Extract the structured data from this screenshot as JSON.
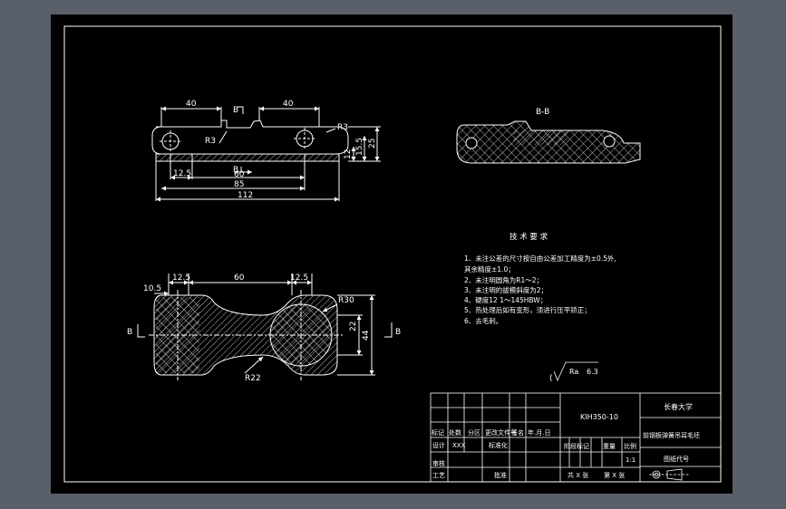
{
  "views": {
    "side": {
      "dim_left": "40",
      "dim_right": "40",
      "section_mark_top": "B",
      "section_mark_bottom": "B",
      "radius_left": "R3",
      "radius_right": "R3",
      "dim_12": "12",
      "dim_15_5": "15.5",
      "dim_25": "25",
      "dim_12_5": "12.5",
      "dim_60": "60",
      "dim_85": "85",
      "dim_112": "112"
    },
    "section": {
      "title": "B-B"
    },
    "plan": {
      "dim_12_5_left": "12.5",
      "dim_60": "60",
      "dim_12_5_right": "12.5",
      "dim_10_5": "10.5",
      "radius_30": "R30",
      "dim_22": "22",
      "dim_44": "44",
      "radius_22": "R22",
      "mark_left": "B",
      "mark_right": "B"
    }
  },
  "requirements": {
    "heading": "技 术 要 求",
    "lines": [
      "1、未注公差的尺寸按自由公差加工精度为±0.5外,",
      "其余精度±1.0；",
      "2、未注明圆角为R1～2；",
      "3、未注明的拔模斜度为2；",
      "4、硬度12 1～145HBW；",
      "5、热处理后如有变形，须进行压平矫正；",
      "6、去毛刺。"
    ]
  },
  "roughness": {
    "prefix": "(",
    "label": "Ra",
    "value": "6.3"
  },
  "title_block": {
    "drawing_no": "KIH350-10",
    "school": "长春大学",
    "part_name": "前钢板弹簧吊耳毛坯",
    "drawing_code_label": "图纸代号",
    "row_labels": [
      "标记",
      "处数",
      "分区",
      "更改文件号",
      "签名",
      "年.月.日"
    ],
    "designer_label": "设计",
    "designer_value": "XXX",
    "standardize_label": "标准化",
    "review_label": "审核",
    "process_label": "工艺",
    "approve_label": "批准",
    "stage_label": "阶段标记",
    "weight_label": "重量",
    "scale_label": "比例",
    "scale_value": "1:1",
    "sheets_total": "共 X 张",
    "sheet_no": "第 X 张"
  }
}
